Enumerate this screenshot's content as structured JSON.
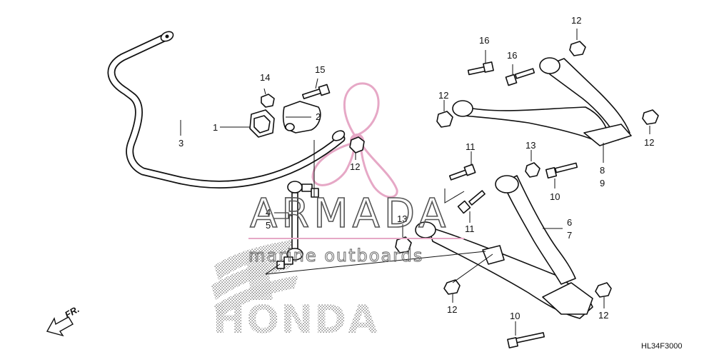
{
  "diagram": {
    "code": "HL34F3000",
    "direction_label": "FR.",
    "watermark": {
      "brand": "ARMADA",
      "tagline": "marine outboards"
    },
    "background_logo": "HONDA",
    "callouts": [
      {
        "id": "c1",
        "text": "1"
      },
      {
        "id": "c2",
        "text": "2"
      },
      {
        "id": "c3",
        "text": "3"
      },
      {
        "id": "c4",
        "text": "4"
      },
      {
        "id": "c5",
        "text": "5"
      },
      {
        "id": "c6",
        "text": "6"
      },
      {
        "id": "c7",
        "text": "7"
      },
      {
        "id": "c8",
        "text": "8"
      },
      {
        "id": "c9",
        "text": "9"
      },
      {
        "id": "c10a",
        "text": "10"
      },
      {
        "id": "c10b",
        "text": "10"
      },
      {
        "id": "c11a",
        "text": "11"
      },
      {
        "id": "c11b",
        "text": "11"
      },
      {
        "id": "c12a",
        "text": "12"
      },
      {
        "id": "c12b",
        "text": "12"
      },
      {
        "id": "c12c",
        "text": "12"
      },
      {
        "id": "c12d",
        "text": "12"
      },
      {
        "id": "c12e",
        "text": "12"
      },
      {
        "id": "c12f",
        "text": "12"
      },
      {
        "id": "c13a",
        "text": "13"
      },
      {
        "id": "c13b",
        "text": "13"
      },
      {
        "id": "c14",
        "text": "14"
      },
      {
        "id": "c15",
        "text": "15"
      },
      {
        "id": "c16a",
        "text": "16"
      },
      {
        "id": "c16b",
        "text": "16"
      }
    ]
  }
}
